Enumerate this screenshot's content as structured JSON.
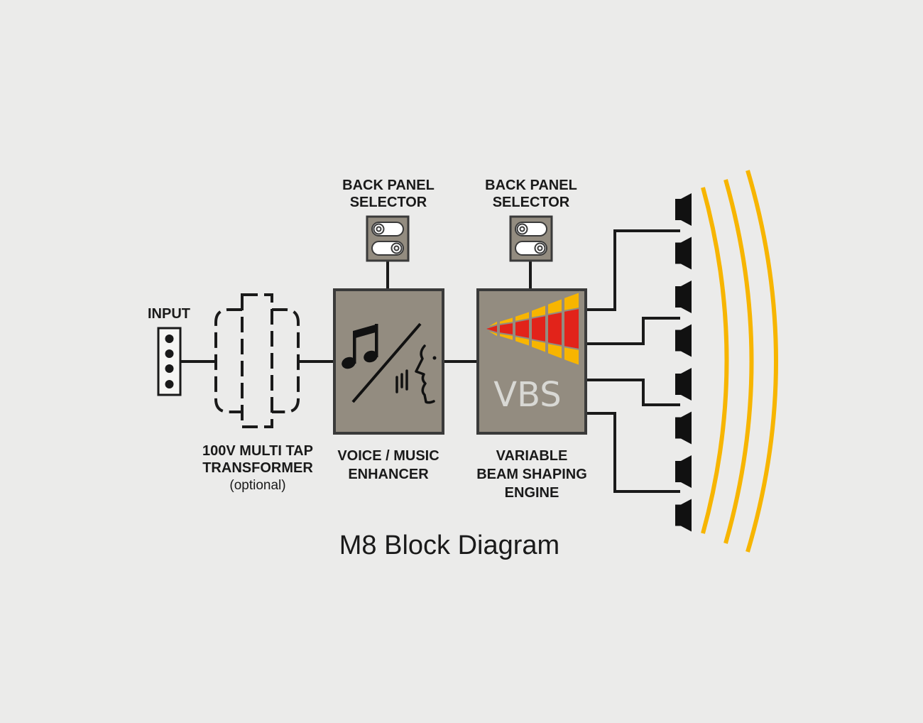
{
  "title": "M8 Block Diagram",
  "input": {
    "label": "INPUT",
    "pins": 4
  },
  "transformer": {
    "line1": "100V MULTI TAP",
    "line2": "TRANSFORMER",
    "line3": "(optional)"
  },
  "selector_1": {
    "line1": "BACK PANEL",
    "line2": "SELECTOR"
  },
  "selector_2": {
    "line1": "BACK PANEL",
    "line2": "SELECTOR"
  },
  "enhancer": {
    "line1": "VOICE / MUSIC",
    "line2": "ENHANCER",
    "icons": [
      "music-note-icon",
      "speaking-face-icon"
    ]
  },
  "vbs": {
    "badge": "VBS",
    "line1": "VARIABLE",
    "line2": "BEAM SHAPING",
    "line3": "ENGINE"
  },
  "speaker_array": {
    "drivers": 8
  },
  "colors": {
    "background": "#ebebea",
    "block_fill": "#938c80",
    "block_stroke": "#3a3a3a",
    "beam_orange": "#f7b500",
    "beam_red": "#e2231a",
    "wave": "#f7b500"
  }
}
